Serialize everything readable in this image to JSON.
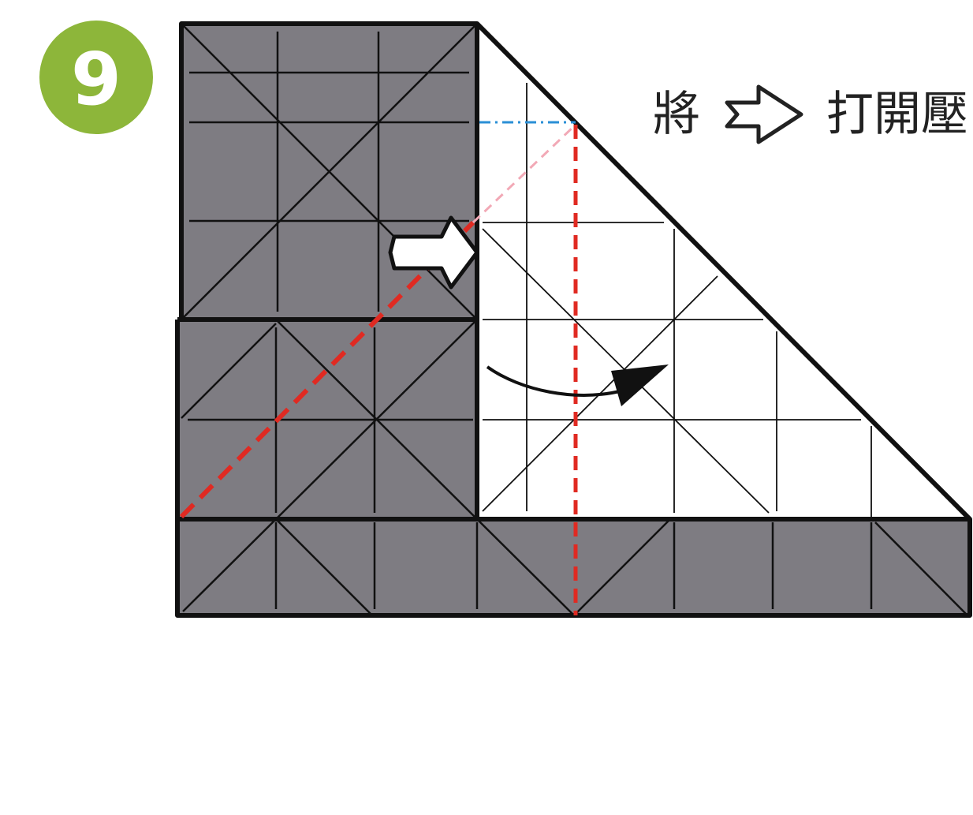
{
  "step": {
    "number": "9",
    "badge_color": "#8db63a"
  },
  "instruction": {
    "word_before": "將",
    "arrow_icon": "open-arrow-icon",
    "word_after": "打開壓"
  },
  "colors": {
    "paper_shaded": "#7e7c82",
    "paper_white": "#ffffff",
    "crease_line": "#111111",
    "valley_fold": "#e02a22",
    "guide_pink": "#f2a9b6",
    "guide_blue": "#2a8fd6"
  },
  "icons": [
    "open-arrow-icon",
    "curved-motion-arrow-icon"
  ]
}
